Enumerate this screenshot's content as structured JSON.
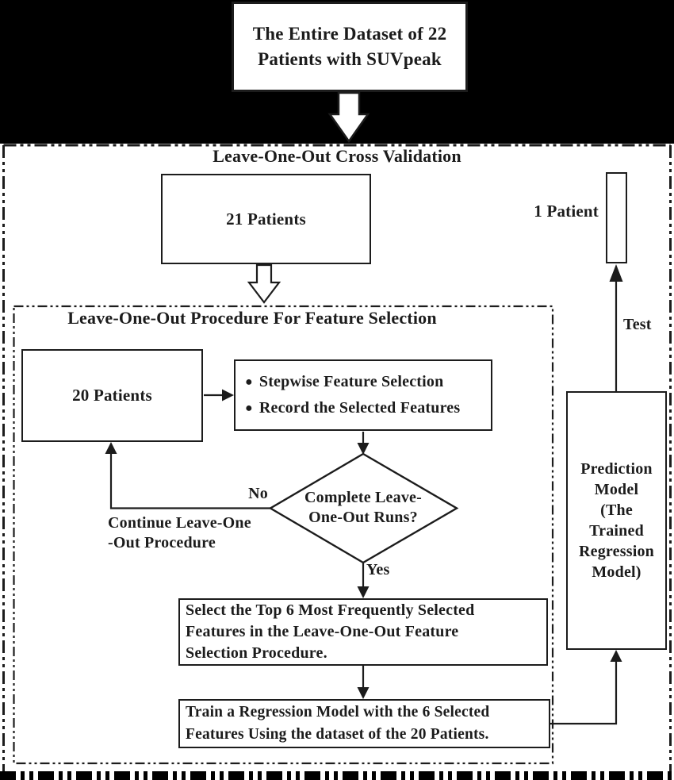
{
  "colors": {
    "ink": "#1c1c1c",
    "background": "#ffffff",
    "band": "#000000"
  },
  "top": {
    "dataset_box": {
      "line1": "The Entire Dataset of 22",
      "line2": "Patients with SUVpeak"
    }
  },
  "outer_section": {
    "title": "Leave-One-Out Cross Validation"
  },
  "inner_section": {
    "title": "Leave-One-Out Procedure For Feature Selection"
  },
  "nodes": {
    "patients_21": {
      "label": "21 Patients"
    },
    "patient_1": {
      "label": "1 Patient"
    },
    "patients_20": {
      "label": "20 Patients"
    },
    "stepwise": {
      "bullet": "●",
      "item1": "Stepwise Feature Selection",
      "item2": "Record the Selected Features"
    },
    "decision": {
      "line1": "Complete Leave-",
      "line2": "One-Out Runs?"
    },
    "select_top6": {
      "line1": "Select the Top 6 Most Frequently Selected",
      "line2": "Features in the Leave-One-Out Feature",
      "line3": "Selection Procedure."
    },
    "train_model": {
      "line1": "Train a Regression Model with the 6 Selected",
      "line2": "Features Using the dataset of the 20 Patients."
    },
    "prediction_model": {
      "line1": "Prediction",
      "line2": "Model",
      "line3": "(The",
      "line4": "Trained",
      "line5": "Regression",
      "line6": "Model)"
    }
  },
  "edge_labels": {
    "no": "No",
    "yes": "Yes",
    "test": "Test",
    "continue_line1": "Continue Leave-One",
    "continue_line2": "-Out Procedure"
  }
}
